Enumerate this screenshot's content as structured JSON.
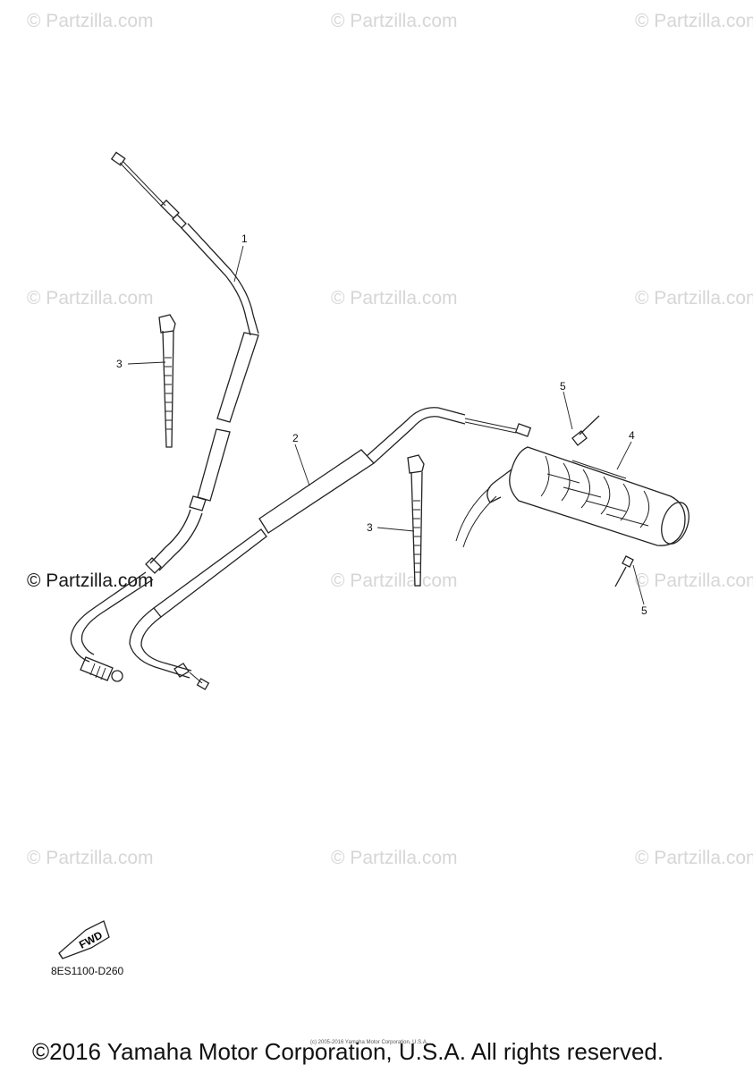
{
  "watermarks": {
    "text": "© Partzilla.com",
    "prominent": "© Partzilla.com"
  },
  "callouts": {
    "part1": "1",
    "part2": "2",
    "part3a": "3",
    "part3b": "3",
    "part4": "4",
    "part5a": "5",
    "part5b": "5"
  },
  "fwd_arrow": {
    "label": "FWD"
  },
  "diagram_code": "8ES1100-D260",
  "fine_print": "(c) 2005-2016 Yamaha Motor Corporation, U.S.A.",
  "footer": {
    "copyright": "©2016 Yamaha Motor Corporation, U.S.A. All rights reserved."
  }
}
